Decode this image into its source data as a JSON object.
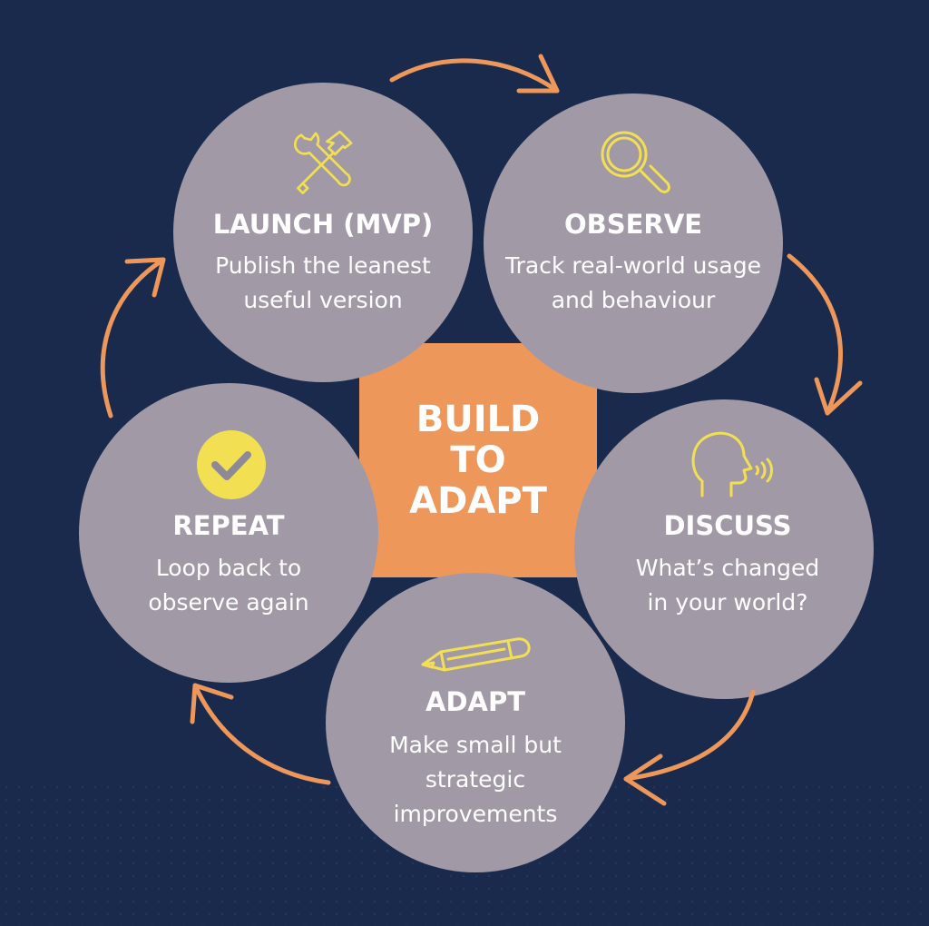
{
  "center": {
    "lines": [
      "BUILD",
      "TO",
      "ADAPT"
    ]
  },
  "steps": [
    {
      "id": "launch",
      "title": "LAUNCH (MVP)",
      "desc_lines": [
        "Publish the leanest",
        "useful version"
      ],
      "icon": "tools-icon"
    },
    {
      "id": "observe",
      "title": "OBSERVE",
      "desc_lines": [
        "Track real-world usage",
        "and behaviour"
      ],
      "icon": "magnifier-icon"
    },
    {
      "id": "discuss",
      "title": "DISCUSS",
      "desc_lines": [
        "What’s changed",
        "in your world?"
      ],
      "icon": "speaking-head-icon"
    },
    {
      "id": "adapt",
      "title": "ADAPT",
      "desc_lines": [
        "Make small but",
        "strategic",
        "improvements"
      ],
      "icon": "pencil-icon"
    },
    {
      "id": "repeat",
      "title": "REPEAT",
      "desc_lines": [
        "Loop back to",
        "observe again"
      ],
      "icon": "check-badge-icon"
    }
  ],
  "colors": {
    "background": "#192a4c",
    "circle": "#a19aa6",
    "center_square": "#ee975a",
    "arrow": "#ee975a",
    "icon": "#f2df52",
    "text": "#ffffff"
  }
}
